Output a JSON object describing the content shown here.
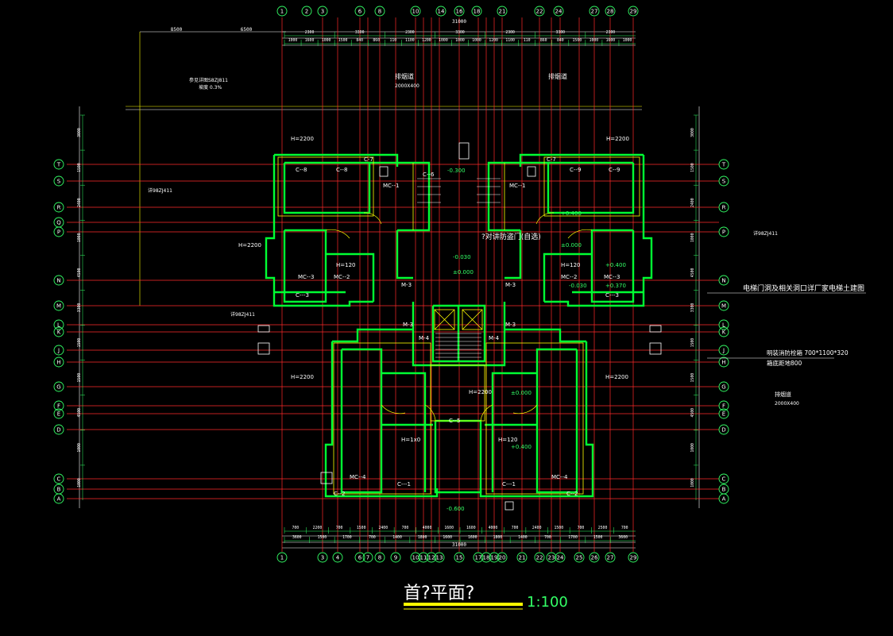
{
  "title": {
    "text": "首?平面?",
    "scale": "1:100"
  },
  "colors": {
    "background": "#000000",
    "axis": "#ff2a2a",
    "wall": "#00ff33",
    "dimension": "#33ff66",
    "text": "#ffffff",
    "accent": "#ffff00",
    "column": "#ffffff"
  },
  "grid": {
    "columns_top": [
      "1",
      "2",
      "3",
      "6",
      "8",
      "10",
      "14",
      "16",
      "18",
      "21",
      "22",
      "24",
      "27",
      "28",
      "29"
    ],
    "columns_bottom": [
      "1",
      "3",
      "4",
      "6",
      "7",
      "8",
      "9",
      "10",
      "11",
      "12",
      "13",
      "15",
      "17",
      "18",
      "19",
      "20",
      "21",
      "22",
      "23",
      "24",
      "25",
      "26",
      "27",
      "29"
    ],
    "rows_left": [
      "T",
      "S",
      "R",
      "Q",
      "P",
      "N",
      "M",
      "L",
      "K",
      "J",
      "H",
      "G",
      "F",
      "E",
      "D",
      "C",
      "B",
      "A"
    ],
    "rows_right": [
      "T",
      "S",
      "R",
      "P",
      "N",
      "M",
      "L",
      "K",
      "J",
      "H",
      "G",
      "F",
      "E",
      "D",
      "C",
      "B",
      "A"
    ]
  },
  "dimensions": {
    "top_overall": "31000",
    "bottom_overall": "31000",
    "top_row1": [
      "2300",
      "3300",
      "2300",
      "3300",
      "2300",
      "3300",
      "2300"
    ],
    "top_row2": [
      "1000",
      "1600",
      "1000",
      "1500",
      "840",
      "860",
      "110",
      "1100",
      "1200",
      "1000",
      "1000",
      "1000",
      "1200",
      "1100",
      "110",
      "860",
      "840",
      "1500",
      "1000",
      "1600",
      "1000"
    ],
    "bottom_row1": [
      "700",
      "2200",
      "700",
      "1500",
      "2400",
      "700",
      "4000",
      "1600",
      "1600",
      "4000",
      "700",
      "2400",
      "1500",
      "700",
      "2500",
      "700"
    ],
    "bottom_row2": [
      "3600",
      "1500",
      "1700",
      "700",
      "1400",
      "1800",
      "1600",
      "1600",
      "1800",
      "1400",
      "700",
      "1700",
      "1500",
      "3600"
    ],
    "left_side": [
      "3000",
      "1500",
      "2400",
      "1000",
      "4500",
      "3300",
      "1500",
      "1500",
      "4500",
      "1000",
      "1000"
    ],
    "right_side": [
      "3000",
      "1500",
      "2400",
      "1000",
      "4500",
      "3300",
      "1500",
      "1500",
      "4500",
      "1000",
      "1000"
    ],
    "outer_left": [
      "8500",
      "6500"
    ]
  },
  "notes": {
    "elevator": "电梯门洞及相关洞口详厂家电梯土建图",
    "fire_hydrant": "明装消防栓箱 700*1100*320",
    "hydrant_height": "箱底距地800",
    "vent_right": "排烟道",
    "vent_right_size": "2000X400",
    "vent_top": "排烟道",
    "vent_top_size": "2000X400",
    "door_note": "?对讲防盗门(自选)",
    "top_note_left": "参见详图S8ZJ811",
    "top_note_left2": "坡度 0.3%",
    "detail_ref": "详98ZJ411"
  },
  "rooms": {
    "c8": "C--8",
    "c9": "C--9",
    "c7": "C-7",
    "c6": "C--6",
    "c3": "C---3",
    "c2": "C--2",
    "c1": "C---1",
    "c5": "C--5",
    "mc1": "MC--1",
    "mc2": "MC--2",
    "mc3": "MC--3",
    "mc4": "MC--4",
    "m3": "M-3",
    "m4": "M-4",
    "h2200": "H=2200",
    "h120": "H=120",
    "h1x0": "H=1x0",
    "elev_pos": "±0.000",
    "elev_neg": "-0.030",
    "elev_300": "-0.300",
    "elev_400": "+0.400",
    "elev_370": "+0.370",
    "elev_600": "-0.600"
  }
}
